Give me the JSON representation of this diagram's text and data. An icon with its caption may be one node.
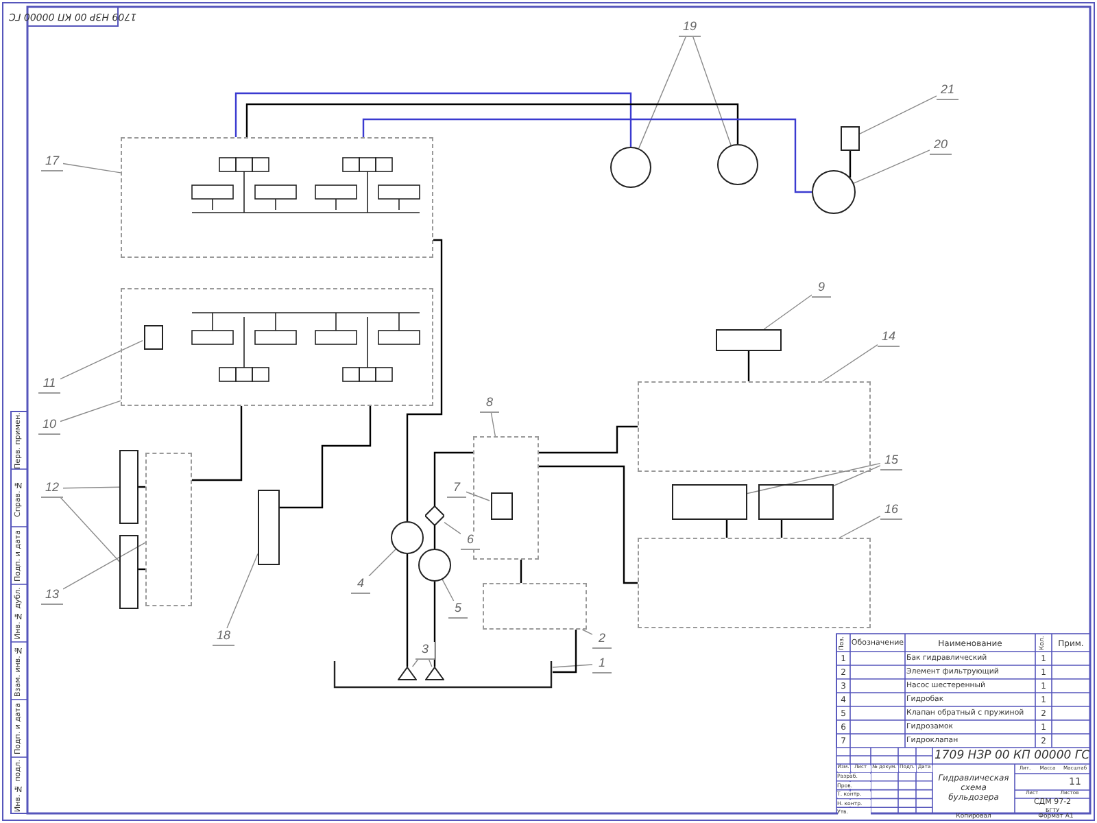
{
  "diagram": {
    "title": "Гидравлическая схема бульдозера",
    "nodes": [
      {
        "text": [],
        "shape": "box"
      },
      {
        "text": [],
        "shape": "circle"
      },
      {
        "text": [],
        "shape": "circle"
      },
      {
        "text": [],
        "shape": "box"
      },
      {
        "text": [],
        "shape": "circle"
      },
      {
        "text": [],
        "shape": "box"
      },
      {
        "text": [],
        "shape": "box",
        "in": 5
      },
      {
        "text": [],
        "shape": "box"
      },
      {
        "text": [],
        "shape": "box"
      },
      {
        "text": [],
        "shape": "box"
      },
      {
        "text": [],
        "shape": "box"
      },
      {
        "text": [],
        "shape": "box"
      },
      {
        "text": [],
        "shape": "box"
      },
      {
        "text": [],
        "shape": "box"
      },
      {
        "text": [],
        "shape": "box"
      },
      {
        "text": [],
        "shape": "box"
      },
      {
        "text": [],
        "shape": "box"
      },
      {
        "text": [],
        "shape": "box",
        "in": 16
      },
      {
        "text": [],
        "shape": "circle"
      },
      {
        "text": [],
        "shape": "diamond"
      },
      {
        "text": [],
        "shape": "circle"
      },
      {
        "text": [],
        "shape": "box"
      },
      {
        "text": [],
        "shape": "box"
      },
      {
        "text": [],
        "shape": "triangle",
        "in": 22
      },
      {
        "text": [],
        "shape": "triangle",
        "in": 22
      },
      {
        "text": [
          "17"
        ]
      },
      {
        "text": [
          "19"
        ]
      },
      {
        "text": [
          "21"
        ]
      },
      {
        "text": [
          "20"
        ]
      },
      {
        "text": [
          "11"
        ]
      },
      {
        "text": [
          "10"
        ]
      },
      {
        "text": [
          "9"
        ]
      },
      {
        "text": [
          "14"
        ]
      },
      {
        "text": [
          "12"
        ]
      },
      {
        "text": [
          "8"
        ]
      },
      {
        "text": [
          "15"
        ]
      },
      {
        "text": [
          "7"
        ]
      },
      {
        "text": [
          "6"
        ]
      },
      {
        "text": [
          "16"
        ]
      },
      {
        "text": [
          "13"
        ]
      },
      {
        "text": [
          "4"
        ]
      },
      {
        "text": [
          "18"
        ]
      },
      {
        "text": [
          "5"
        ]
      },
      {
        "text": [
          "3"
        ]
      },
      {
        "text": [
          "2"
        ]
      },
      {
        "text": [
          "1"
        ]
      }
    ],
    "edges": [
      {
        "from": 25,
        "to": 0,
        "arrow": "none"
      },
      {
        "from": 26,
        "to": 1,
        "arrow": "none"
      },
      {
        "from": 26,
        "to": 2,
        "arrow": "none"
      },
      {
        "from": 27,
        "to": 3,
        "arrow": "none"
      },
      {
        "from": 28,
        "to": 4,
        "arrow": "none"
      },
      {
        "from": 29,
        "to": 6,
        "arrow": "none"
      },
      {
        "from": 30,
        "to": 5,
        "arrow": "none"
      },
      {
        "from": 31,
        "to": 7,
        "arrow": "none"
      },
      {
        "from": 32,
        "to": 8,
        "arrow": "none"
      },
      {
        "from": 33,
        "to": 12,
        "arrow": "none"
      },
      {
        "from": 33,
        "to": 13,
        "arrow": "none"
      },
      {
        "from": 34,
        "to": 16,
        "arrow": "none"
      },
      {
        "from": 35,
        "to": 9,
        "arrow": "none"
      },
      {
        "from": 35,
        "to": 10,
        "arrow": "none"
      },
      {
        "from": 36,
        "to": 17,
        "arrow": "none"
      },
      {
        "from": 37,
        "to": 19,
        "arrow": "none"
      },
      {
        "from": 38,
        "to": 11,
        "arrow": "none"
      },
      {
        "from": 39,
        "to": 14,
        "arrow": "none"
      },
      {
        "from": 40,
        "to": 18,
        "arrow": "none"
      },
      {
        "from": 41,
        "to": 15,
        "arrow": "none"
      },
      {
        "from": 42,
        "to": 20,
        "arrow": "none"
      },
      {
        "from": 43,
        "to": 23,
        "arrow": "none"
      },
      {
        "from": 43,
        "to": 24,
        "arrow": "none"
      },
      {
        "from": 44,
        "to": 21,
        "arrow": "none"
      },
      {
        "from": 45,
        "to": 22,
        "arrow": "none"
      },
      {
        "from": 0,
        "to": 1,
        "arrow": "none",
        "color": "#3a3ad0"
      },
      {
        "from": 0,
        "to": 2,
        "arrow": "none",
        "color": "#000000"
      },
      {
        "from": 0,
        "to": 4,
        "arrow": "none",
        "color": "#3a3ad0"
      },
      {
        "from": 4,
        "to": 3,
        "arrow": "none",
        "color": "#000000"
      },
      {
        "from": 18,
        "to": 0,
        "arrow": "none",
        "color": "#000000"
      },
      {
        "from": 20,
        "to": 19,
        "arrow": "none",
        "color": "#000000"
      },
      {
        "from": 19,
        "to": 16,
        "arrow": "none",
        "color": "#000000"
      },
      {
        "from": 16,
        "to": 21,
        "arrow": "none",
        "color": "#000000"
      },
      {
        "from": 21,
        "to": 22,
        "arrow": "none",
        "color": "#000000"
      },
      {
        "from": 5,
        "to": 15,
        "arrow": "none",
        "color": "#000000"
      },
      {
        "from": 5,
        "to": 14,
        "arrow": "none",
        "color": "#000000"
      },
      {
        "from": 14,
        "to": 12,
        "arrow": "none",
        "color": "#000000"
      },
      {
        "from": 14,
        "to": 13,
        "arrow": "none",
        "color": "#000000"
      },
      {
        "from": 16,
        "to": 8,
        "arrow": "none",
        "color": "#000000"
      },
      {
        "from": 16,
        "to": 11,
        "arrow": "none",
        "color": "#000000"
      },
      {
        "from": 8,
        "to": 7,
        "arrow": "none",
        "color": "#000000"
      },
      {
        "from": 11,
        "to": 9,
        "arrow": "none",
        "color": "#000000"
      },
      {
        "from": 11,
        "to": 10,
        "arrow": "none",
        "color": "#000000"
      },
      {
        "from": 23,
        "to": 18,
        "arrow": "none",
        "color": "#000000"
      },
      {
        "from": 24,
        "to": 20,
        "arrow": "none",
        "color": "#000000"
      }
    ],
    "labels": [
      "1709 НЗР 00 КП 00000 ГС",
      "Перв. примен.",
      "Справ. №",
      "Подп. и дата",
      "Инв. № дубл.",
      "Взам. инв. №",
      "Подп. и дата",
      "Инв. № подл.",
      "Поз.",
      "Обозначение",
      "Наименование",
      "Кол.",
      "Прим.",
      "1",
      "Бак гидравлический",
      "1",
      "2",
      "Элемент фильтрующий",
      "1",
      "3",
      "Насос шестеренный",
      "1",
      "4",
      "Гидробак",
      "1",
      "5",
      "Клапан обратный с пружиной",
      "2",
      "6",
      "Гидрозамок",
      "1",
      "7",
      "Гидроклапан",
      "2",
      "1709 НЗР 00 КП 00000 ГС",
      "Изм.",
      "Лист",
      "№ докум.",
      "Подп.",
      "Дата",
      "Разраб.",
      "Пров.",
      "Т. контр.",
      "Н. контр.",
      "Утв.",
      "Лит.",
      "Масса",
      "Масштаб",
      "11",
      "Лист",
      "Листов",
      "СДМ 97-2",
      "БГТУ",
      "Копировал",
      "Формат А1"
    ]
  }
}
